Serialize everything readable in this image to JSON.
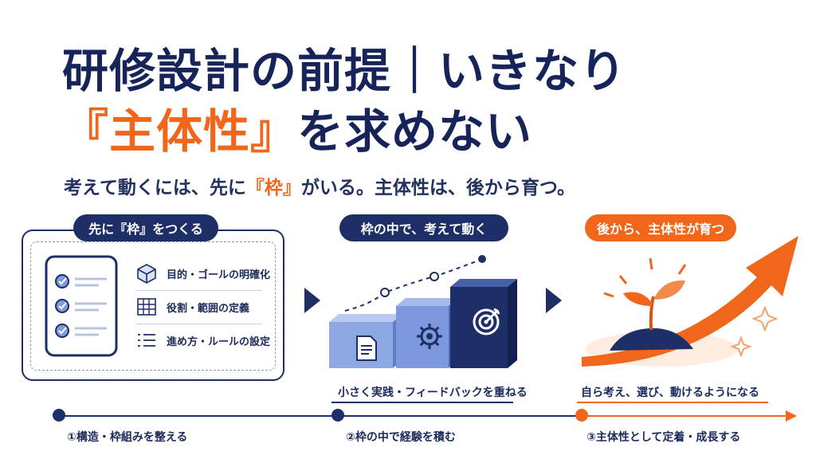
{
  "title": {
    "line1": "研修設計の前提｜いきなり",
    "line2_accent": "『主体性』",
    "line2_rest": "を求めない"
  },
  "subtitle": {
    "part1": "考えて動くには、先に",
    "accent": "『枠』",
    "part2": "がいる。主体性は、後から育つ。"
  },
  "section1": {
    "pill": "先に『枠』をつくる",
    "items": [
      "目的・ゴールの明確化",
      "役割・範囲の定義",
      "進め方・ルールの設定"
    ]
  },
  "section2": {
    "pill": "枠の中で、考えて動く",
    "caption": "小さく実践・フィードバックを重ねる"
  },
  "section3": {
    "pill": "後から、主体性が育つ",
    "caption": "自ら考え、選び、動けるようになる"
  },
  "timeline": {
    "steps": [
      "①構造・枠組みを整える",
      "②枠の中で経験を積む",
      "③主体性として定着・成長する"
    ]
  },
  "icons": {
    "checklist": "checklist-icon",
    "box": "cube-icon",
    "grid": "grid-icon",
    "list": "list-icon",
    "document": "document-icon",
    "gear": "gear-icon",
    "target": "target-icon",
    "sprout": "sprout-icon",
    "sparkle": "sparkle-icon",
    "growth_arrow": "growth-arrow"
  },
  "colors": {
    "navy": "#1d2f66",
    "orange": "#f0661a",
    "light_blue": "#7f9bd9"
  }
}
